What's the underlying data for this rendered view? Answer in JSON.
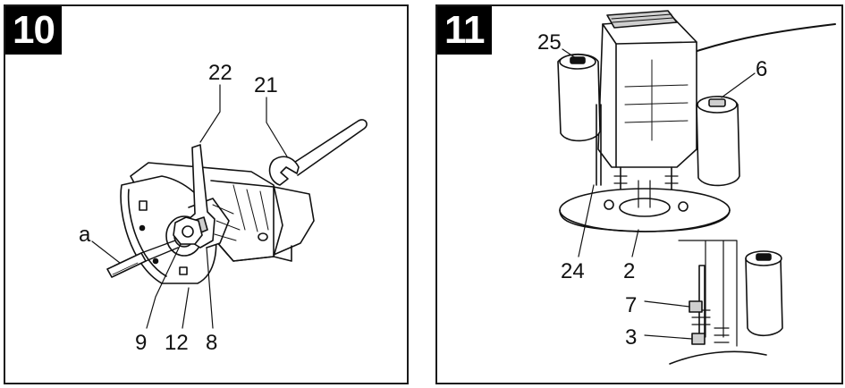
{
  "figures": [
    {
      "number": "10",
      "callouts": {
        "c22": "22",
        "c21": "21",
        "ca": "a",
        "c9": "9",
        "c12": "12",
        "c8": "8"
      }
    },
    {
      "number": "11",
      "callouts": {
        "c25": "25",
        "c6": "6",
        "c24": "24",
        "c2": "2",
        "c7": "7",
        "c3": "3"
      }
    }
  ],
  "colors": {
    "ink": "#111111",
    "frame": "#1a1a1a",
    "badge_bg": "#000000",
    "badge_fg": "#ffffff",
    "shade": "#cfcfcf"
  }
}
